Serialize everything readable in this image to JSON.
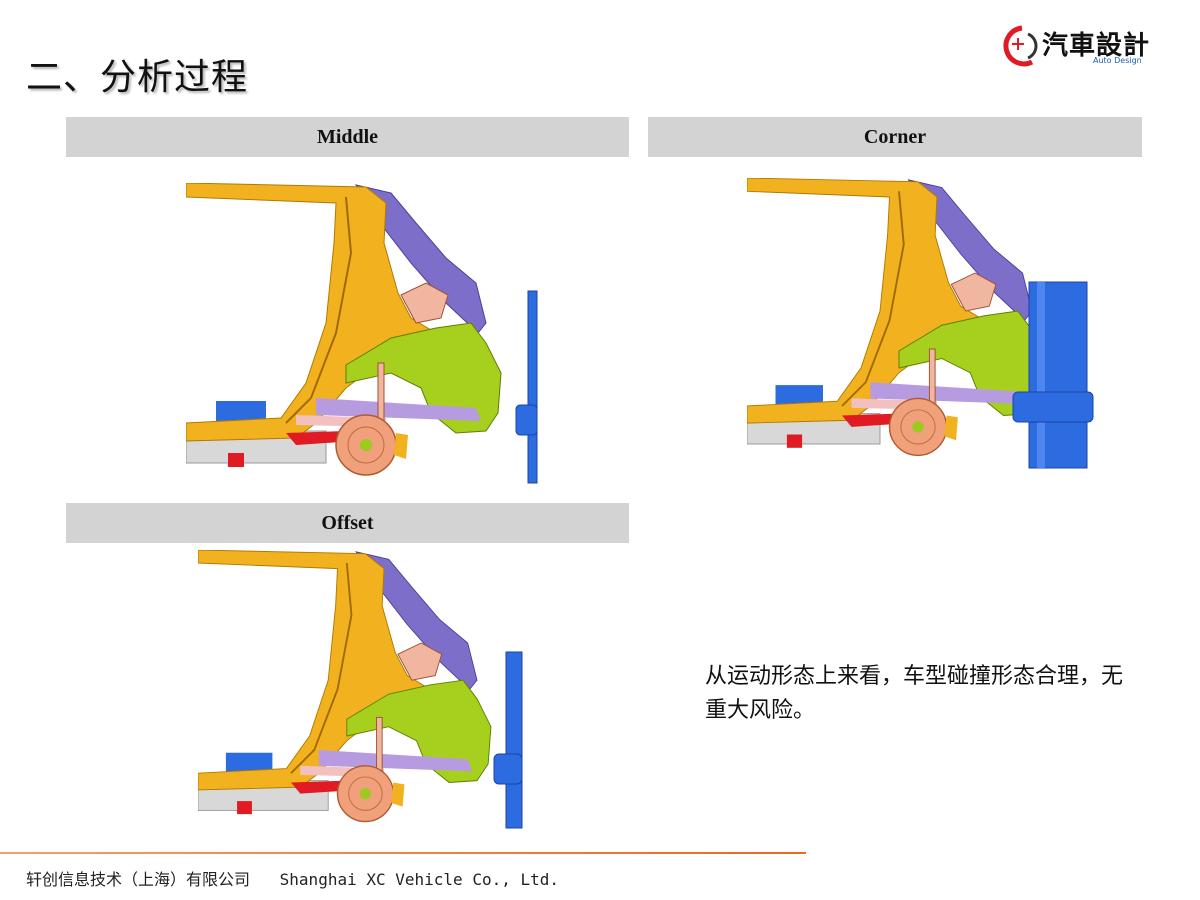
{
  "page": {
    "title": "二、分析过程"
  },
  "logo": {
    "brand": "汽車設計",
    "sub": "Auto Design"
  },
  "panels": [
    {
      "label": "Middle",
      "impact": "middle"
    },
    {
      "label": "Corner",
      "impact": "corner"
    },
    {
      "label": "Offset",
      "impact": "offset"
    }
  ],
  "note": {
    "text": "从运动形态上来看，车型碰撞形态合理，无重大风险。"
  },
  "footer": {
    "company_cn": "轩创信息技术（上海）有限公司",
    "company_en": "Shanghai XC Vehicle Co., Ltd."
  },
  "colors": {
    "body_yellow": "#f2b11f",
    "roof_purple": "#7d6fc9",
    "bumper_green": "#a6cf1e",
    "wheel_salmon": "#f0a07a",
    "barrier_blue": "#2d6ce0",
    "bar_gray": "#d3d3d3",
    "accent_orange": "#e86a1f"
  }
}
